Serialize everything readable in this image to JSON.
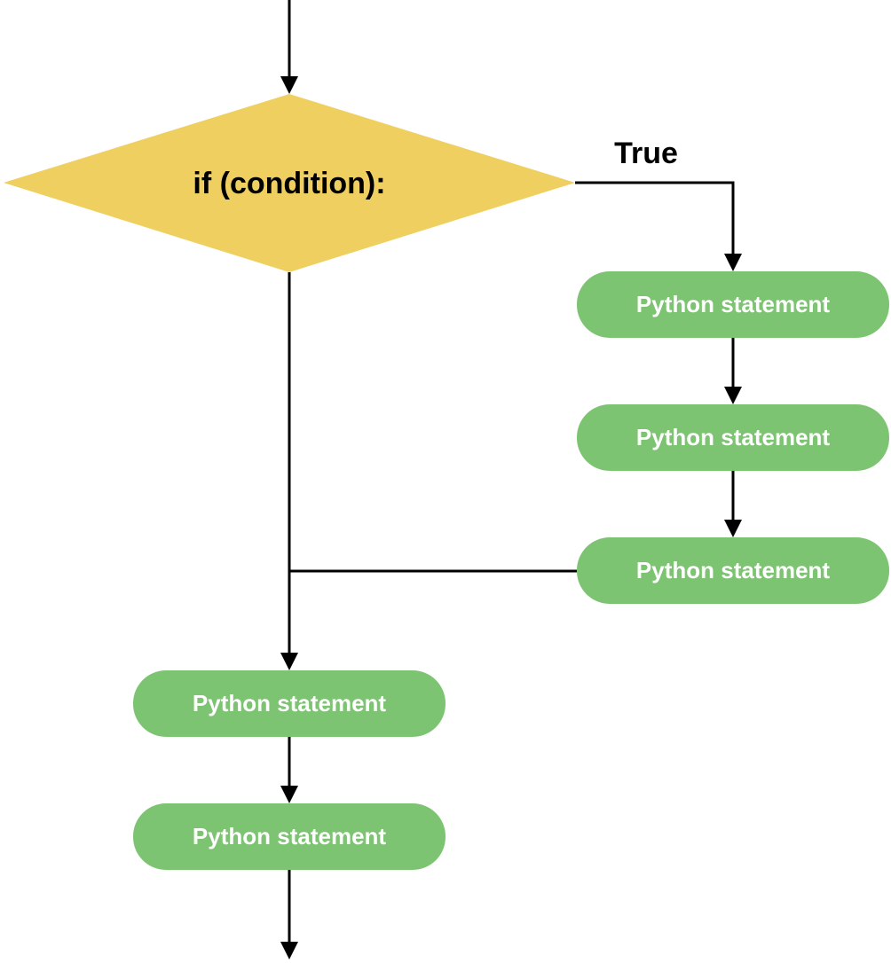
{
  "colors": {
    "decision_fill": "#efcf60",
    "statement_fill": "#7dc472",
    "statement_text": "#ffffff",
    "line": "#000000"
  },
  "decision": {
    "label": "if (condition):"
  },
  "true_branch": {
    "label": "True",
    "statements": [
      "Python statement",
      "Python statement",
      "Python statement"
    ]
  },
  "after_if": {
    "statements": [
      "Python statement",
      "Python statement"
    ]
  }
}
